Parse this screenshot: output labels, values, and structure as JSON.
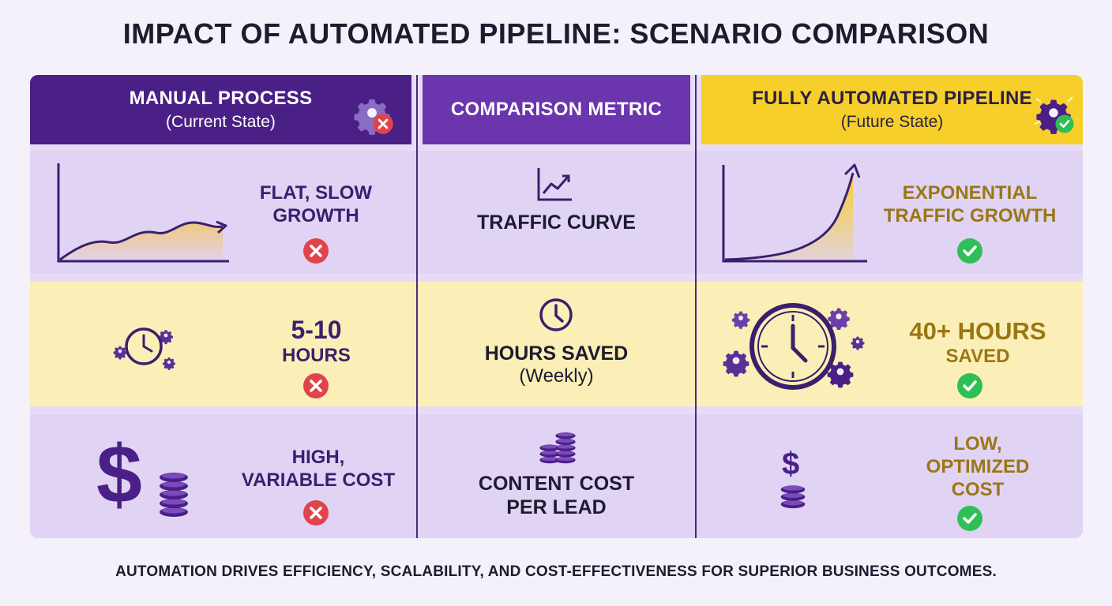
{
  "title": "IMPACT OF AUTOMATED PIPELINE: SCENARIO COMPARISON",
  "columns": {
    "manual": {
      "heading": "MANUAL PROCESS",
      "subheading": "(Current State)"
    },
    "metric": {
      "heading": "COMPARISON METRIC"
    },
    "automated": {
      "heading": "FULLY AUTOMATED PIPELINE",
      "subheading": "(Future State)"
    }
  },
  "rows": [
    {
      "metric": "TRAFFIC CURVE",
      "manual": {
        "line1": "FLAT, SLOW",
        "line2": "GROWTH",
        "status": "negative"
      },
      "automated": {
        "line1": "EXPONENTIAL",
        "line2": "TRAFFIC GROWTH",
        "status": "positive"
      }
    },
    {
      "metric": "HOURS SAVED",
      "metric_sub": "(Weekly)",
      "manual": {
        "line1": "5-10",
        "line2": "HOURS",
        "status": "negative"
      },
      "automated": {
        "line1": "40+ HOURS",
        "line2": "SAVED",
        "status": "positive"
      }
    },
    {
      "metric_line1": "CONTENT COST",
      "metric_line2": "PER LEAD",
      "manual": {
        "line1": "HIGH,",
        "line2": "VARIABLE COST",
        "status": "negative"
      },
      "automated": {
        "line1": "LOW,",
        "line2": "OPTIMIZED",
        "line3": "COST",
        "status": "positive"
      }
    }
  ],
  "footer": "AUTOMATION DRIVES EFFICIENCY, SCALABILITY, AND COST-EFFECTIVENESS FOR SUPERIOR BUSINESS OUTCOMES.",
  "colors": {
    "dark_purple": "#4a1f86",
    "mid_purple": "#6a35ad",
    "light_purple": "#e0d3f4",
    "gold": "#f7cf2b",
    "light_yellow": "#fbefb7",
    "negative_red": "#e0434b",
    "positive_green": "#2fbf57"
  },
  "icons": [
    "gear-x-icon",
    "gear-check-icon",
    "trend-chart-icon",
    "clock-icon",
    "coin-stack-icon",
    "dollar-icon",
    "x-circle-icon",
    "check-circle-icon"
  ]
}
